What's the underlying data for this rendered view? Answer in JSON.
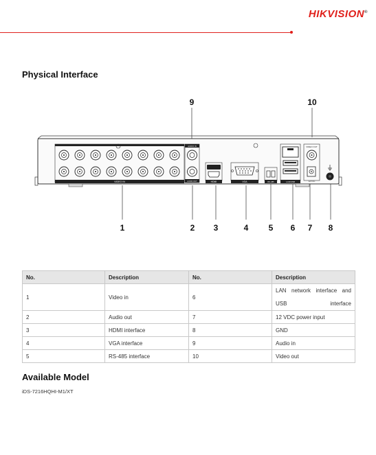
{
  "brand": {
    "logo_text": "HIKVISION"
  },
  "sections": {
    "physical_interface": "Physical Interface",
    "available_model": "Available Model"
  },
  "diagram": {
    "callouts": [
      "9",
      "10",
      "1",
      "2",
      "3",
      "4",
      "5",
      "6",
      "7",
      "8"
    ],
    "panel_labels": {
      "video_in": "VIDEO IN",
      "audio_in": "AUDIO IN",
      "audio_out": "AUDIO OUT",
      "hdmi": "HDMI",
      "vga": "VGA",
      "rs485": "RS-485",
      "lan_usb": "LAN/USB",
      "video_out": "VIDEO OUT",
      "power": "12V DC"
    }
  },
  "table": {
    "headers": [
      "No.",
      "Description",
      "No.",
      "Description"
    ],
    "rows": [
      [
        "1",
        "Video in",
        "6",
        "LAN network interface and USB interface"
      ],
      [
        "2",
        "Audio out",
        "7",
        "12 VDC power input"
      ],
      [
        "3",
        "HDMI interface",
        "8",
        "GND"
      ],
      [
        "4",
        "VGA interface",
        "9",
        "Audio in"
      ],
      [
        "5",
        "RS-485 interface",
        "10",
        "Video out"
      ]
    ]
  },
  "models": [
    "iDS-7216HQHI-M1/XT"
  ]
}
